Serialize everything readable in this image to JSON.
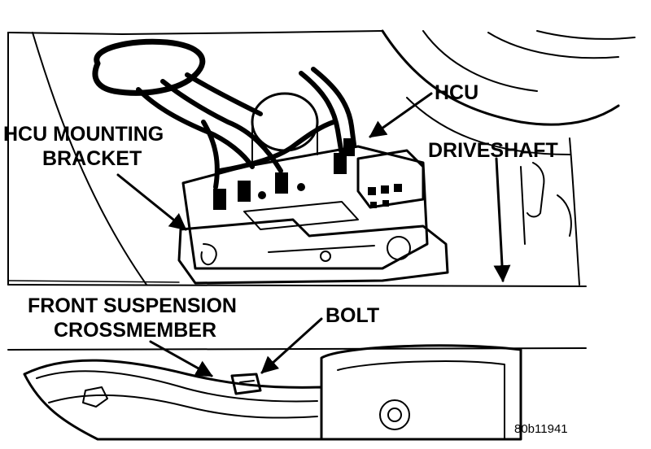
{
  "labels": {
    "hcu": "HCU",
    "hcu_mounting_bracket_line1": "HCU MOUNTING",
    "hcu_mounting_bracket_line2": "BRACKET",
    "driveshaft": "DRIVESHAFT",
    "front_suspension_line1": "FRONT SUSPENSION",
    "front_suspension_line2": "CROSSMEMBER",
    "bolt": "BOLT"
  },
  "figure_ref": "80b11941"
}
